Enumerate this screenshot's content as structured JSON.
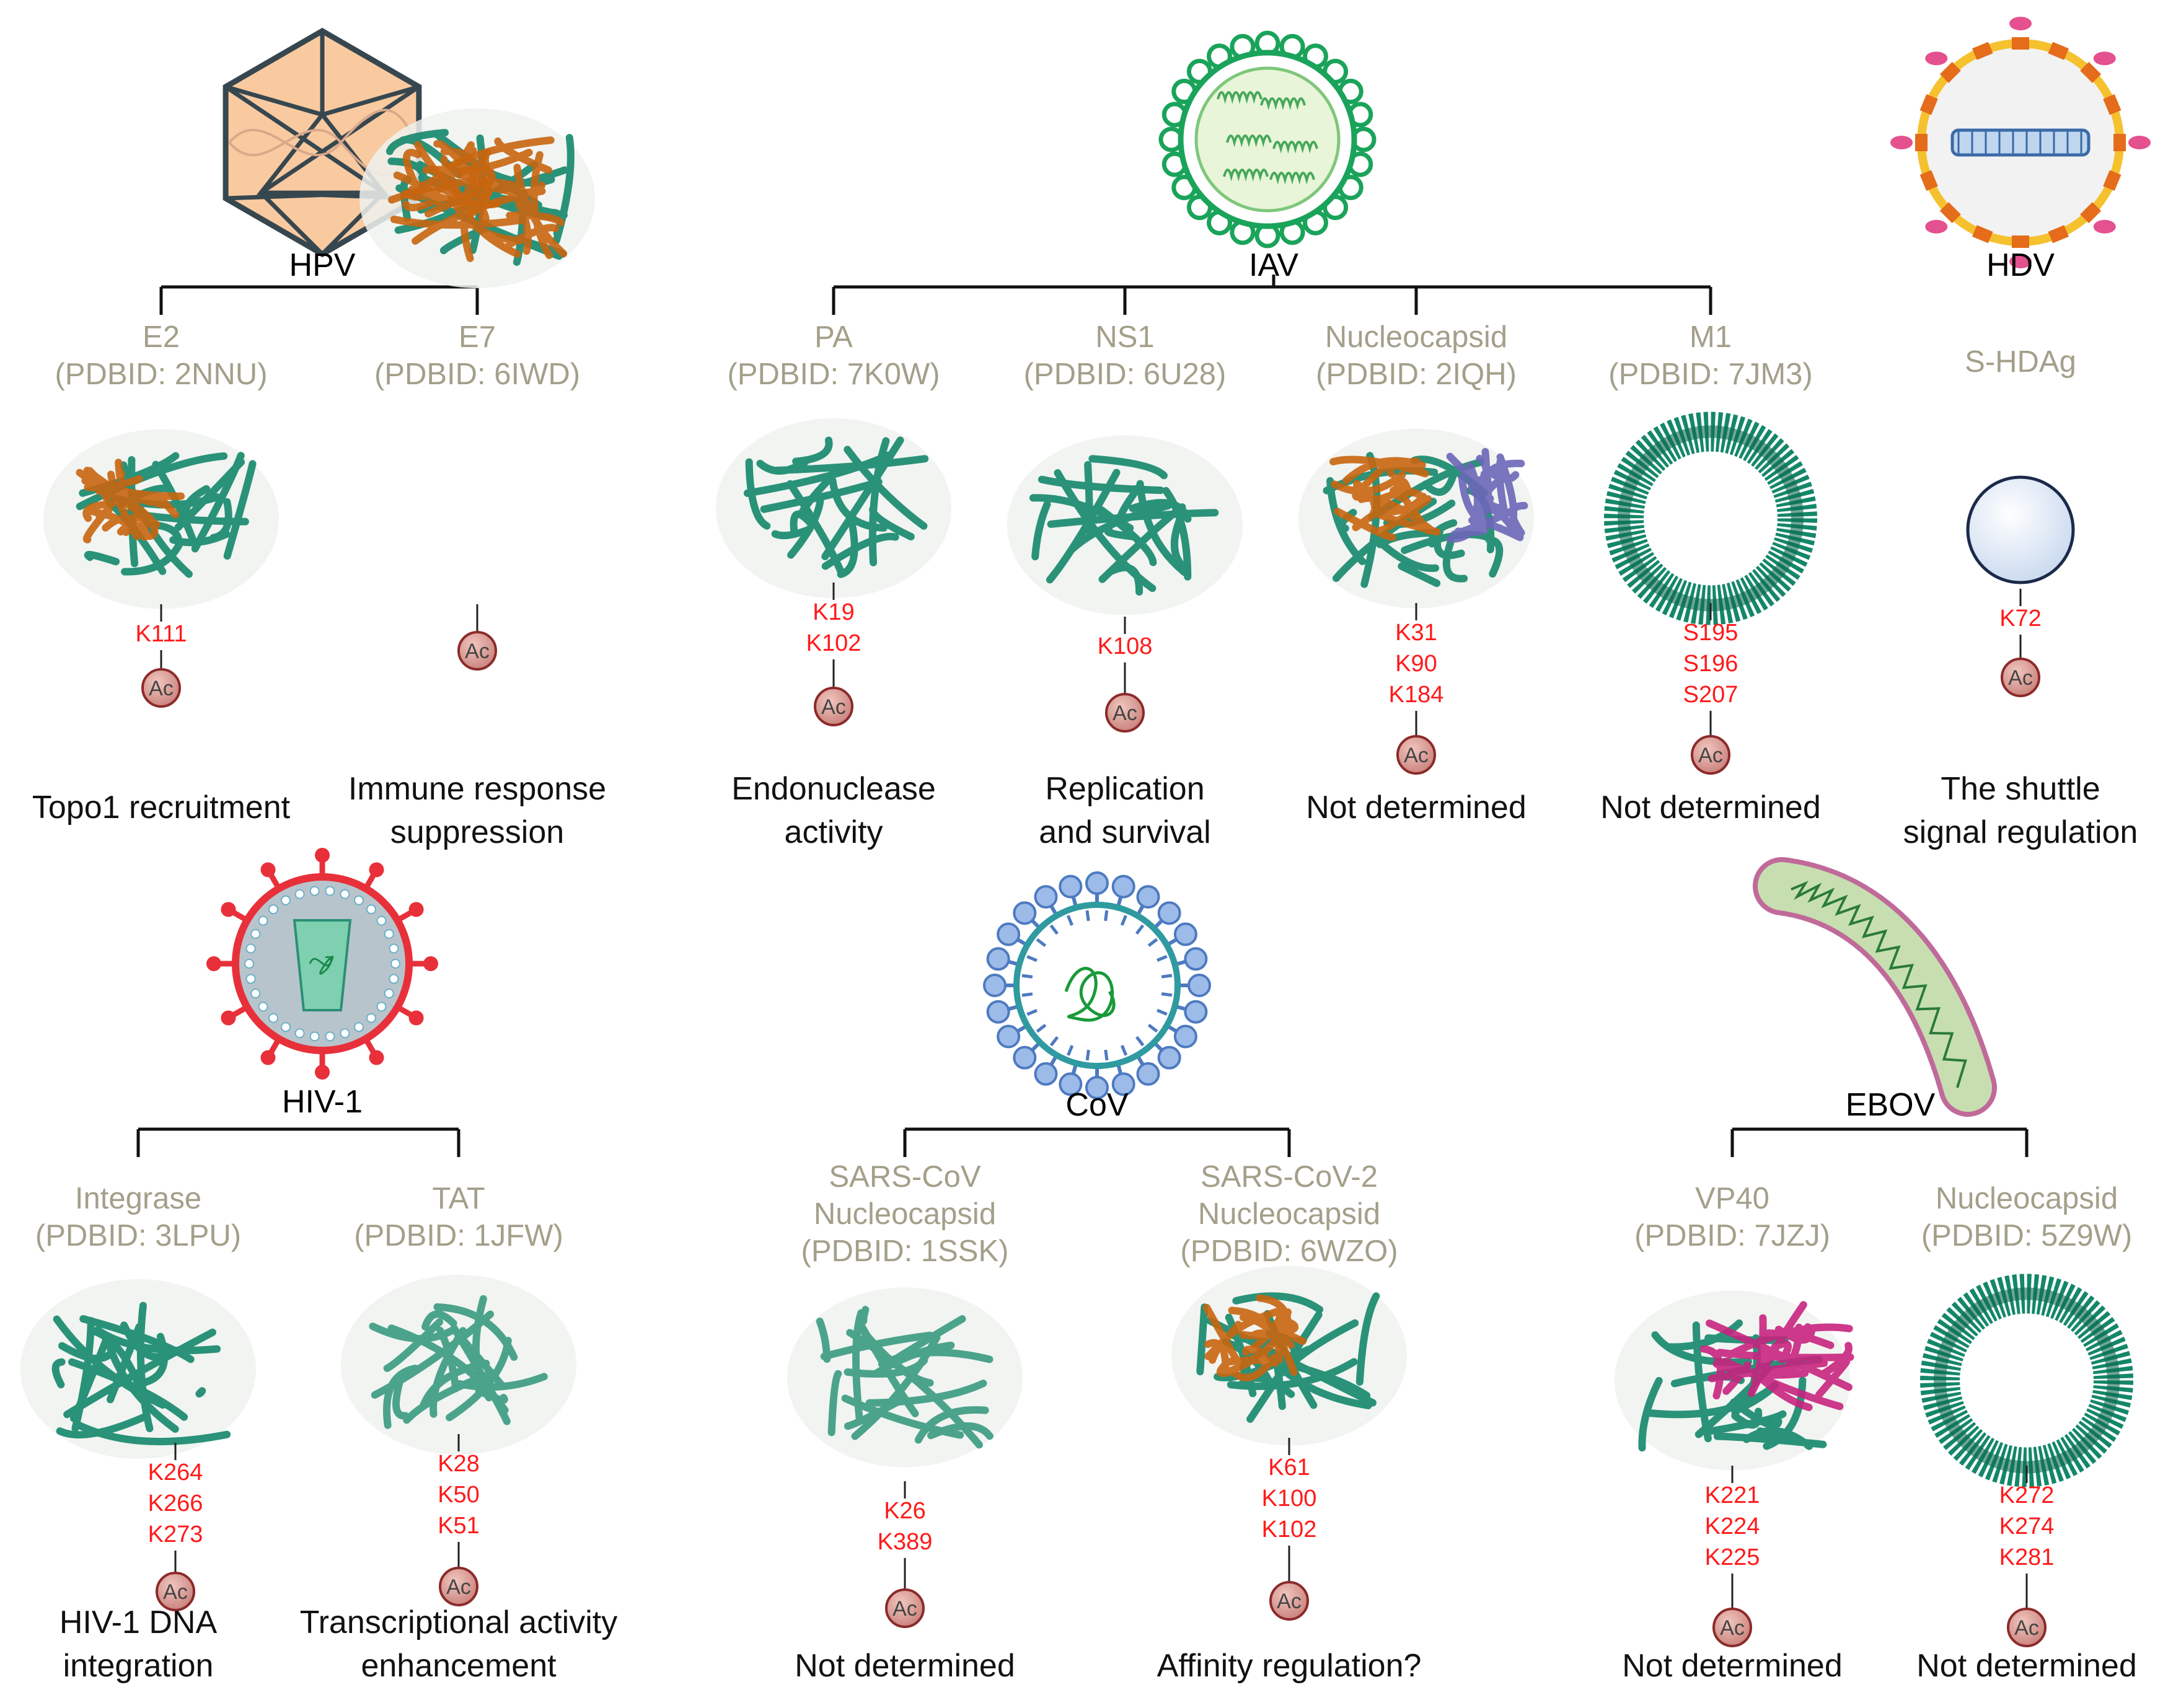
{
  "colors": {
    "protein_green": "#14876a",
    "protein_orange": "#c8650f",
    "protein_purple": "#6b66b8",
    "protein_magenta": "#c8237e",
    "site_red": "#ff1a1a",
    "protein_name": "#a39f8a",
    "ac_fill": "#d99a92",
    "ac_stroke": "#8c2a2a"
  },
  "icons": {
    "HPV": "icosahedral-capsid-icon",
    "IAV": "influenza-virion-icon",
    "HDV": "hdv-virion-icon",
    "HIV-1": "hiv-virion-icon",
    "CoV": "coronavirus-icon",
    "EBOV": "filamentous-virion-icon",
    "Ac": "acetyl-group-circle"
  },
  "groups": [
    {
      "virus": "HPV",
      "proteins": [
        {
          "name": [
            "E2",
            "(PDBID: 2NNU)"
          ],
          "sites": [
            "K111"
          ],
          "function": [
            "Topo1 recruitment"
          ],
          "structure": "green-orange"
        },
        {
          "name": [
            "E7",
            "(PDBID: 6IWD)"
          ],
          "sites": [],
          "function": [
            "Immune response",
            "suppression"
          ],
          "structure": "orange"
        }
      ]
    },
    {
      "virus": "IAV",
      "proteins": [
        {
          "name": [
            "PA",
            "(PDBID: 7K0W)"
          ],
          "sites": [
            "K19",
            "K102"
          ],
          "function": [
            "Endonuclease",
            "activity"
          ],
          "structure": "green"
        },
        {
          "name": [
            "NS1",
            "(PDBID: 6U28)"
          ],
          "sites": [
            "K108"
          ],
          "function": [
            "Replication",
            "and survival"
          ],
          "structure": "green"
        },
        {
          "name": [
            "Nucleocapsid",
            "(PDBID: 2IQH)"
          ],
          "sites": [
            "K31",
            "K90",
            "K184"
          ],
          "function": [
            "Not determined"
          ],
          "structure": "green-orange-purple"
        },
        {
          "name": [
            "M1",
            "(PDBID: 7JM3)"
          ],
          "sites": [
            "S195",
            "S196",
            "S207"
          ],
          "function": [
            "Not determined"
          ],
          "structure": "ring"
        }
      ]
    },
    {
      "virus": "HDV",
      "proteins": [
        {
          "name": [
            "S-HDAg"
          ],
          "sites": [
            "K72"
          ],
          "function": [
            "The shuttle",
            "signal regulation"
          ],
          "structure": "sphere"
        }
      ]
    },
    {
      "virus": "HIV-1",
      "proteins": [
        {
          "name": [
            "Integrase",
            "(PDBID: 3LPU)"
          ],
          "sites": [
            "K264",
            "K266",
            "K273"
          ],
          "function": [
            "HIV-1 DNA",
            "integration"
          ],
          "structure": "green"
        },
        {
          "name": [
            "TAT",
            "(PDBID: 1JFW)"
          ],
          "sites": [
            "K28",
            "K50",
            "K51"
          ],
          "function": [
            "Transcriptional activity",
            "enhancement"
          ],
          "structure": "green-light"
        }
      ]
    },
    {
      "virus": "CoV",
      "proteins": [
        {
          "name": [
            "SARS-CoV",
            "Nucleocapsid",
            "(PDBID: 1SSK)"
          ],
          "sites": [
            "K26",
            "K389"
          ],
          "function": [
            "Not determined"
          ],
          "structure": "green-light"
        },
        {
          "name": [
            "SARS-CoV-2",
            "Nucleocapsid",
            "(PDBID: 6WZO)"
          ],
          "sites": [
            "K61",
            "K100",
            "K102"
          ],
          "function": [
            "Affinity regulation?"
          ],
          "structure": "green-orange"
        }
      ]
    },
    {
      "virus": "EBOV",
      "proteins": [
        {
          "name": [
            "VP40",
            "(PDBID: 7JZJ)"
          ],
          "sites": [
            "K221",
            "K224",
            "K225"
          ],
          "function": [
            "Not determined"
          ],
          "structure": "green-magenta"
        },
        {
          "name": [
            "Nucleocapsid",
            "(PDBID: 5Z9W)"
          ],
          "sites": [
            "K272",
            "K274",
            "K281"
          ],
          "function": [
            "Not determined"
          ],
          "structure": "ring"
        }
      ]
    }
  ],
  "ac_label": "Ac"
}
